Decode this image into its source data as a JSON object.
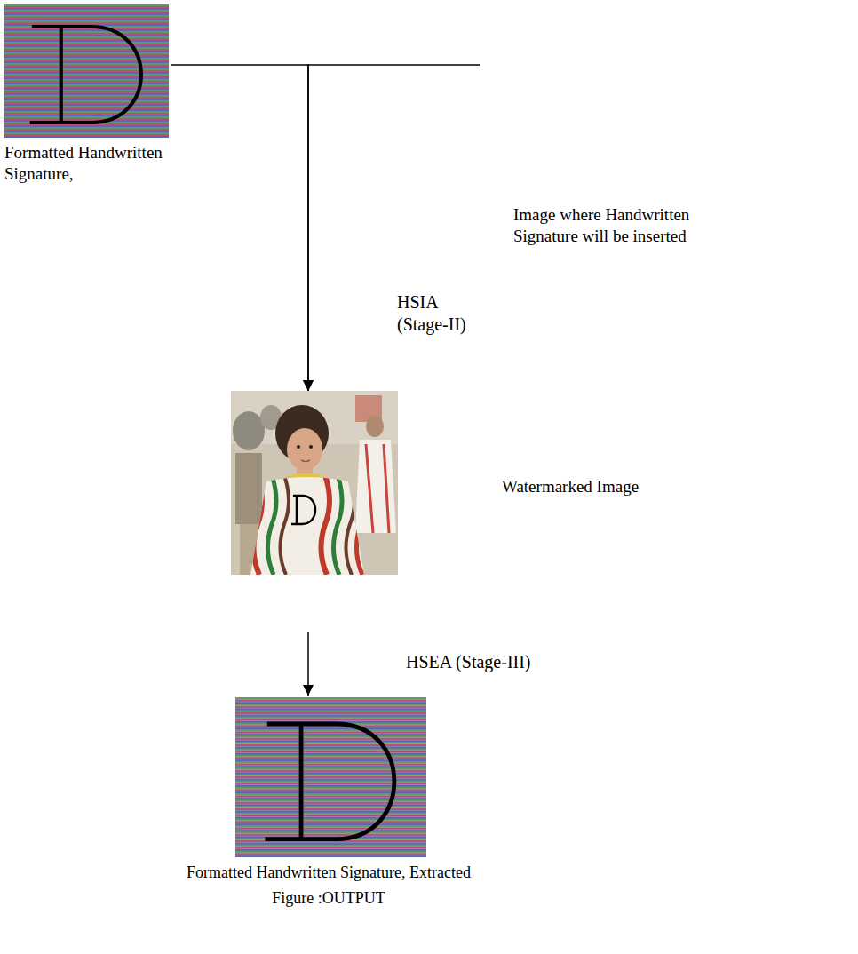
{
  "diagram": {
    "caption": "Figure :OUTPUT",
    "nodes": [
      {
        "text": [
          "Formatted Handwritten Signature,"
        ]
      },
      {
        "text": [
          "Image where Handwritten Signature will be inserted"
        ]
      },
      {
        "text": [
          "Watermarked Image"
        ]
      },
      {
        "text": [
          "Formatted Handwritten Signature, Extracted"
        ]
      }
    ],
    "edges": [
      {
        "from": 0,
        "to": 2,
        "label": "HSIA (Stage-II)",
        "arrow": "to"
      },
      {
        "from": 1,
        "to": 2,
        "arrow": "to"
      },
      {
        "from": 2,
        "to": 3,
        "label": "HSEA (Stage-III)",
        "arrow": "to"
      }
    ]
  }
}
